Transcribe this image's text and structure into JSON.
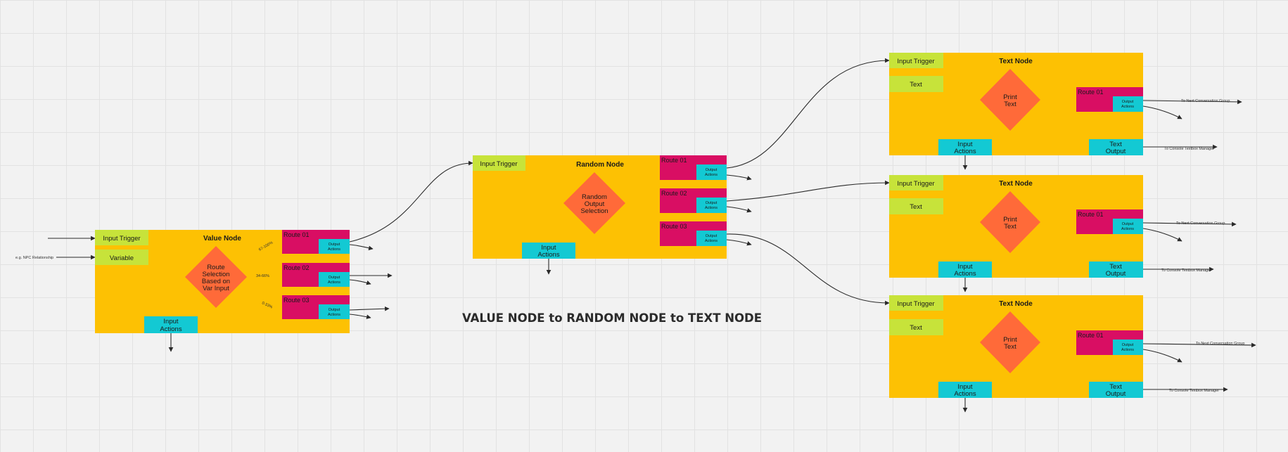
{
  "title": "VALUE NODE to RANDOM NODE to TEXT NODE",
  "colors": {
    "node": "#fdc103",
    "trigger": "#c7e33a",
    "route": "#d90e63",
    "actions": "#13c9d3",
    "decision": "#ff6a39",
    "background": "#f2f2f2"
  },
  "value_node": {
    "title": "Value Node",
    "input_trigger": "Input Trigger",
    "variable": "Variable",
    "decision": [
      "Route",
      "Selection",
      "Based on",
      "Var Input"
    ],
    "input_actions": [
      "Input",
      "Actions"
    ],
    "routes": [
      {
        "label": "Route 01",
        "output": [
          "Output",
          "Actions"
        ],
        "range": "67-100%"
      },
      {
        "label": "Route 02",
        "output": [
          "Output",
          "Actions"
        ],
        "range": "34-66%"
      },
      {
        "label": "Route 03",
        "output": [
          "Output",
          "Actions"
        ],
        "range": "0-33%"
      }
    ],
    "external_input": "e.g. NPC Relationship"
  },
  "random_node": {
    "title": "Random Node",
    "input_trigger": "Input Trigger",
    "decision": [
      "Random",
      "Output",
      "Selection"
    ],
    "input_actions": [
      "Input",
      "Actions"
    ],
    "routes": [
      {
        "label": "Route 01",
        "output": [
          "Output",
          "Actions"
        ]
      },
      {
        "label": "Route 02",
        "output": [
          "Output",
          "Actions"
        ]
      },
      {
        "label": "Route 03",
        "output": [
          "Output",
          "Actions"
        ]
      }
    ]
  },
  "text_nodes": [
    {
      "title": "Text Node",
      "input_trigger": "Input Trigger",
      "text": "Text",
      "decision": [
        "Print",
        "Text"
      ],
      "route": "Route 01",
      "output": [
        "Output",
        "Actions"
      ],
      "input_actions": [
        "Input",
        "Actions"
      ],
      "text_output": [
        "Text",
        "Output"
      ],
      "to_group": "To Next Conversation Group",
      "to_console": "To Console Textbox Manager"
    },
    {
      "title": "Text Node",
      "input_trigger": "Input Trigger",
      "text": "Text",
      "decision": [
        "Print",
        "Text"
      ],
      "route": "Route 01",
      "output": [
        "Output",
        "Actions"
      ],
      "input_actions": [
        "Input",
        "Actions"
      ],
      "text_output": [
        "Text",
        "Output"
      ],
      "to_group": "To Next Conversation Group",
      "to_console": "To Console Textbox Manager"
    },
    {
      "title": "Text Node",
      "input_trigger": "Input Trigger",
      "text": "Text",
      "decision": [
        "Print",
        "Text"
      ],
      "route": "Route 01",
      "output": [
        "Output",
        "Actions"
      ],
      "input_actions": [
        "Input",
        "Actions"
      ],
      "text_output": [
        "Text",
        "Output"
      ],
      "to_group": "To Next Conversation Group",
      "to_console": "To Console Textbox Manager"
    }
  ]
}
